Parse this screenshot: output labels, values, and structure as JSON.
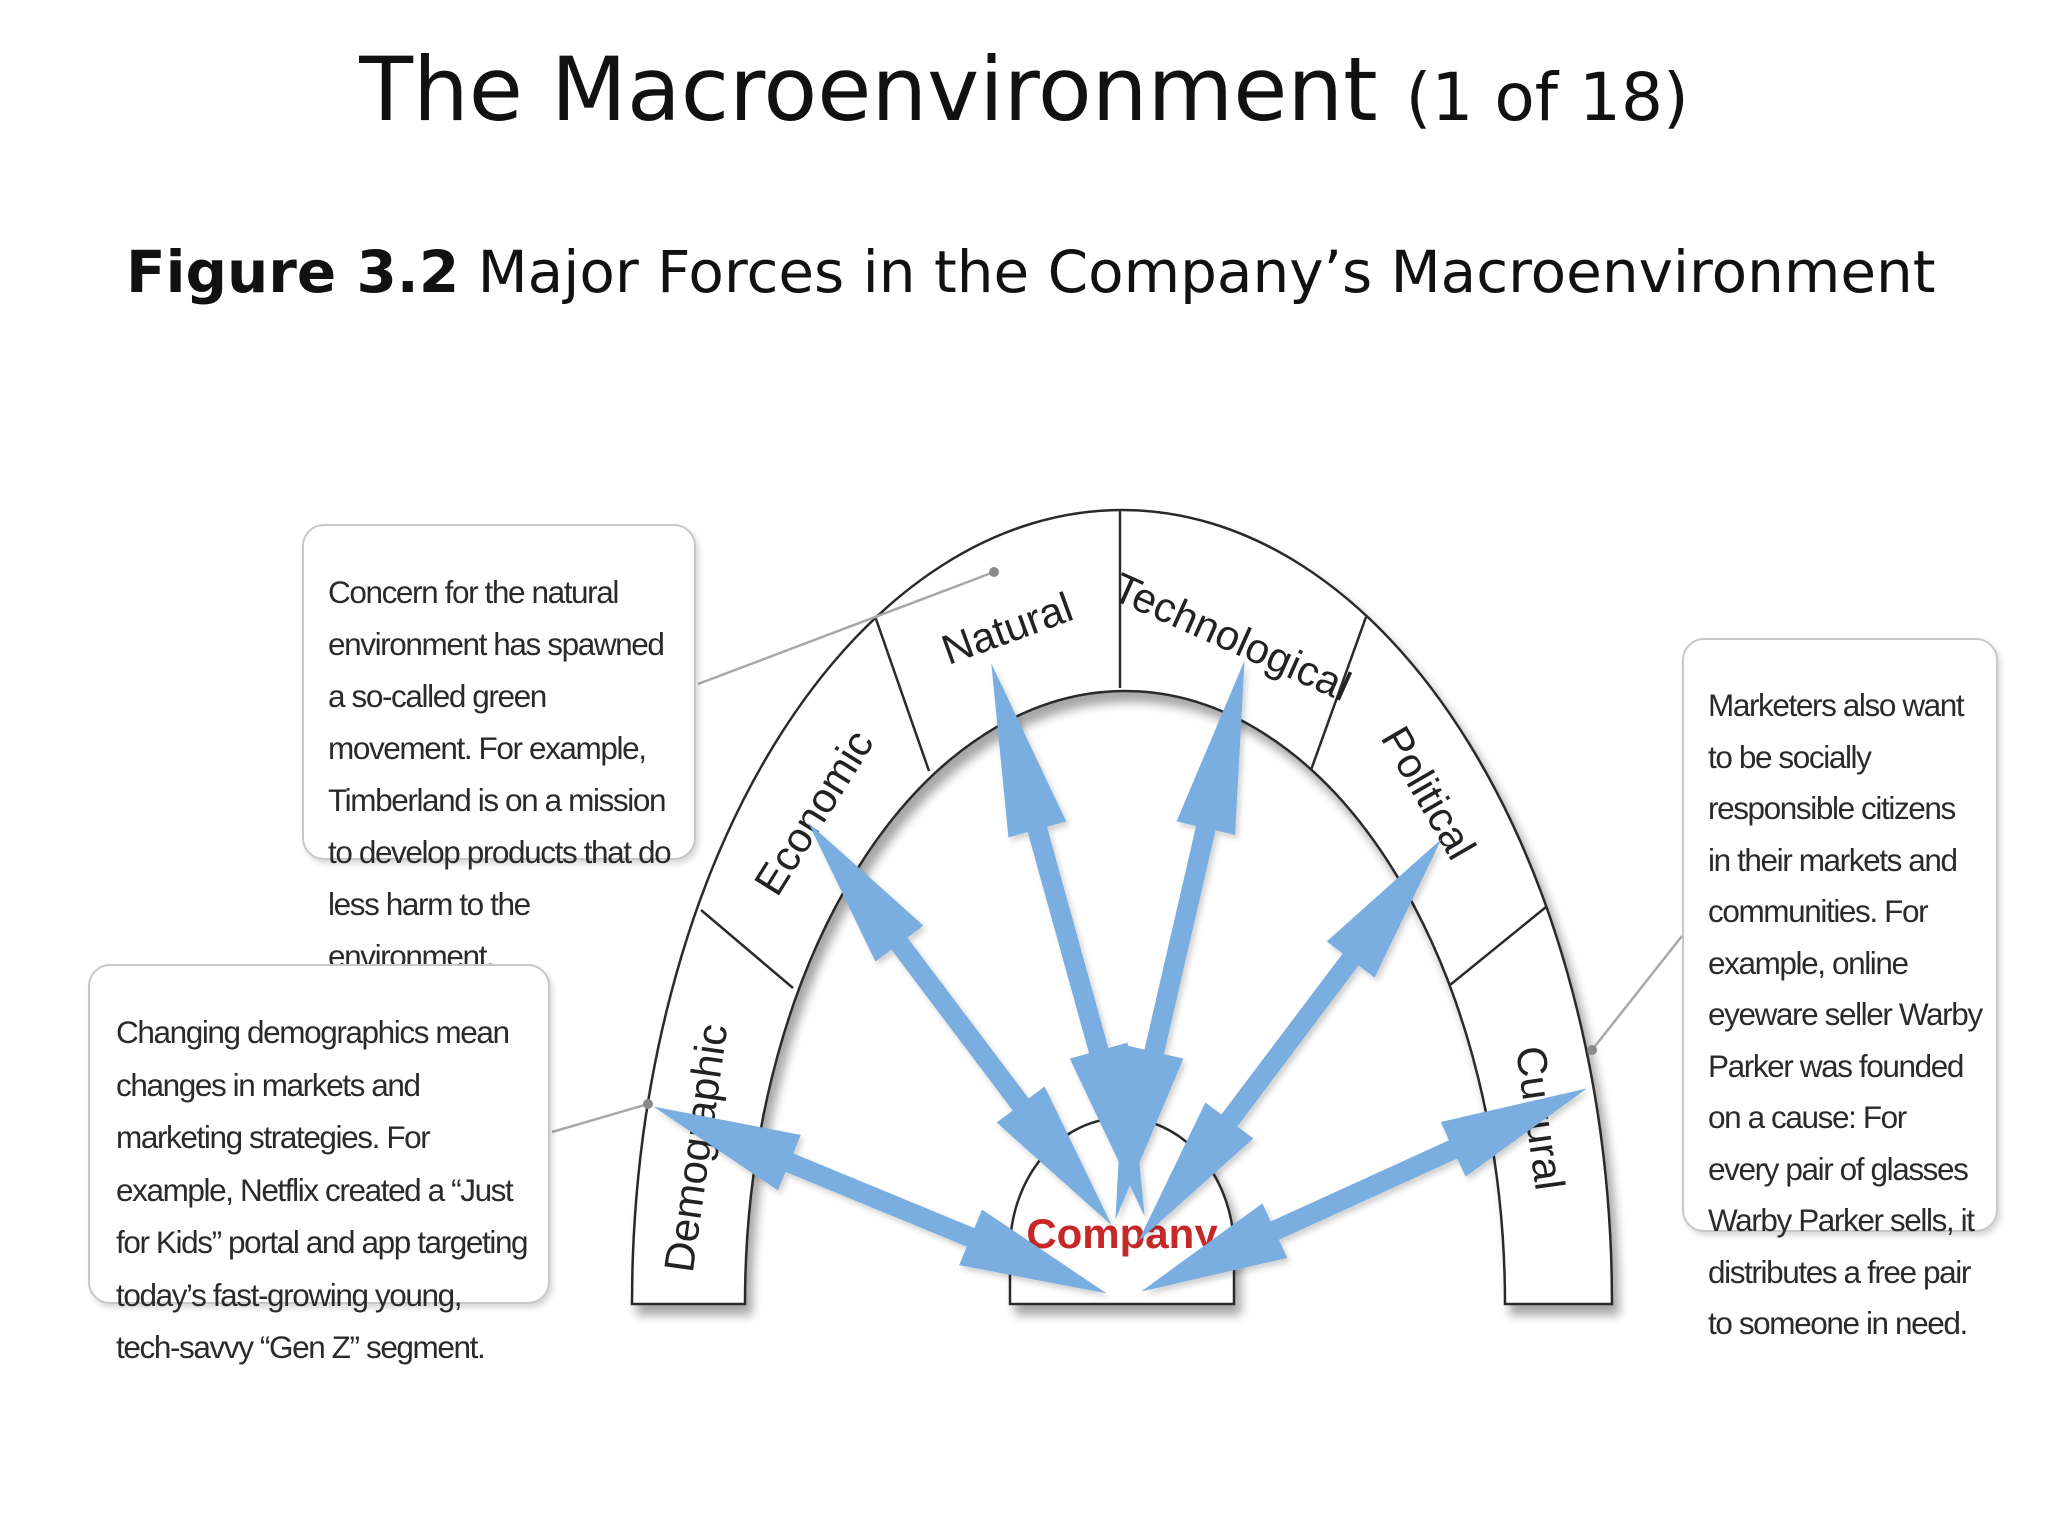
{
  "slide": {
    "title_main": "The Macroenvironment",
    "title_counter": "(1 of 18)",
    "figure_number": "Figure 3.2",
    "figure_title": "Major Forces in the Company’s Macroenvironment"
  },
  "diagram": {
    "center": "Company",
    "forces": [
      {
        "label": "Demographic"
      },
      {
        "label": "Economic"
      },
      {
        "label": "Natural"
      },
      {
        "label": "Technological"
      },
      {
        "label": "Political"
      },
      {
        "label": "Cultural"
      }
    ],
    "callouts": {
      "natural": "Concern for the natural environment has spawned a so-called green movement. For example, Timberland is on a mission to develop products that do less harm to the environment.",
      "demographic": "Changing demographics mean changes in markets and marketing strategies. For example, Netflix created a “Just for Kids” portal and app targeting today’s fast-growing young, tech-savvy “Gen Z” segment.",
      "cultural": "Marketers also want to be socially responsible citizens in their markets and communities. For example, online eyeware seller Warby Parker was founded on a cause: For every pair of glasses Warby Parker sells, it distributes a free pair to someone in need."
    }
  },
  "colors": {
    "arrow": "#7aaee0",
    "company_text": "#c62828",
    "outline": "#2b2b2b",
    "callout_border": "#c8c8c8"
  }
}
